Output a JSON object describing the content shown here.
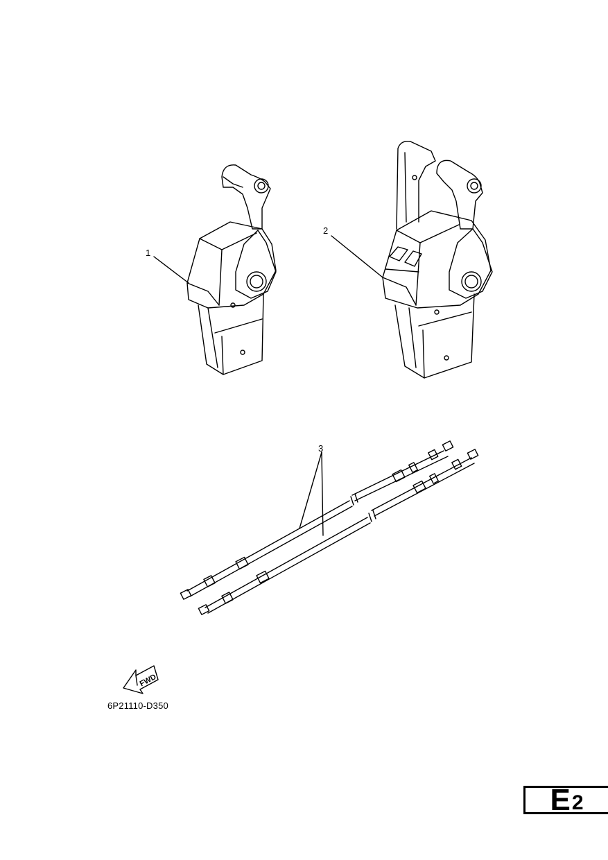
{
  "callouts": [
    "1",
    "2",
    "3"
  ],
  "fwd_symbol": {
    "text": "FWD",
    "icon": "fwd-arrow-icon"
  },
  "figure_code": "6P21110-D350",
  "section_tab": {
    "letter": "E",
    "number": "2"
  },
  "colors": {
    "line": "#000000",
    "background": "#ffffff"
  }
}
